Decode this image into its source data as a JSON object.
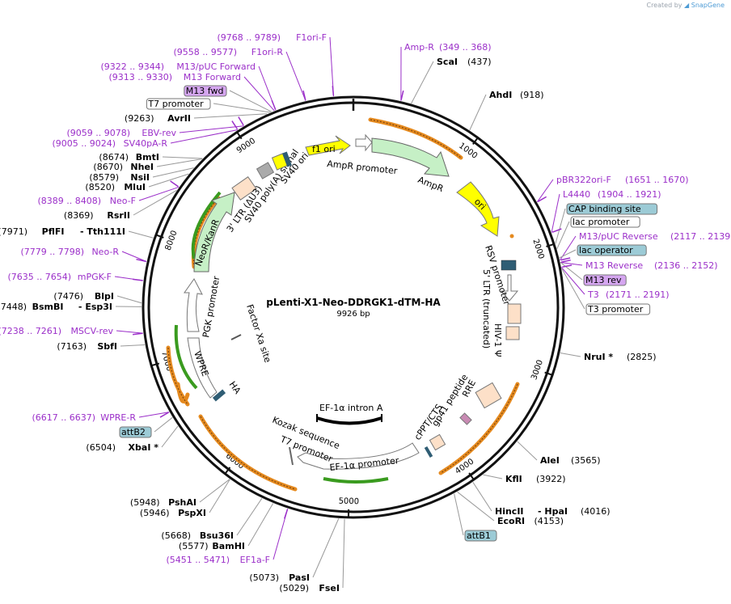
{
  "credit": {
    "prefix": "Created by",
    "brand": "SnapGene"
  },
  "plasmid": {
    "name": "pLenti-X1-Neo-DDRGK1-dTM-HA",
    "length": 9926,
    "length_label": "9926 bp"
  },
  "colors": {
    "primer": "#9b2fc9",
    "backbone": "#111111",
    "gray": "#999999",
    "purple_box": "#d5a6f0",
    "teal_box": "#9ccbd6",
    "arrow_orange": "#e58a1f"
  },
  "ticks": [
    {
      "bp": 1000,
      "label": "1000"
    },
    {
      "bp": 2000,
      "label": "2000"
    },
    {
      "bp": 3000,
      "label": "3000"
    },
    {
      "bp": 4000,
      "label": "4000"
    },
    {
      "bp": 5000,
      "label": "5000"
    },
    {
      "bp": 6000,
      "label": "6000"
    },
    {
      "bp": 7000,
      "label": "7000"
    },
    {
      "bp": 8000,
      "label": "8000"
    },
    {
      "bp": 9000,
      "label": "9000"
    }
  ],
  "labels_right": [
    {
      "kind": "primer",
      "name": "Amp-R",
      "coords": "(349 .. 368)"
    },
    {
      "kind": "site",
      "name": "ScaI",
      "coords": "(437)"
    },
    {
      "kind": "site",
      "name": "AhdI",
      "coords": "(918)"
    },
    {
      "kind": "primer",
      "name": "pBR322ori-F",
      "coords": "(1651 .. 1670)"
    },
    {
      "kind": "primer",
      "name": "L4440",
      "coords": "(1904 .. 1921)"
    },
    {
      "kind": "teal",
      "name": "CAP binding site"
    },
    {
      "kind": "white",
      "name": "lac promoter"
    },
    {
      "kind": "primer",
      "name": "M13/pUC Reverse",
      "coords": "(2117 .. 2139)"
    },
    {
      "kind": "teal",
      "name": "lac operator"
    },
    {
      "kind": "primer",
      "name": "M13 Reverse",
      "coords": "(2136 .. 2152)"
    },
    {
      "kind": "purple",
      "name": "M13 rev"
    },
    {
      "kind": "primer",
      "name": "T3",
      "coords": "(2171 .. 2191)"
    },
    {
      "kind": "white",
      "name": "T3 promoter"
    },
    {
      "kind": "site",
      "name": "NruI *",
      "coords": "(2825)"
    },
    {
      "kind": "site",
      "name": "AleI",
      "coords": "(3565)"
    },
    {
      "kind": "site",
      "name": "KflI",
      "coords": "(3922)"
    },
    {
      "kind": "site",
      "name": "HincII",
      "name2": "- HpaI",
      "coords": "(4016)"
    },
    {
      "kind": "site",
      "name": "EcoRI",
      "coords": "(4153)"
    },
    {
      "kind": "teal",
      "name": "attB1"
    }
  ],
  "labels_left": [
    {
      "kind": "primer",
      "coords": "(9768 .. 9789)",
      "name": "F1ori-F"
    },
    {
      "kind": "primer",
      "coords": "(9558 .. 9577)",
      "name": "F1ori-R"
    },
    {
      "kind": "primer",
      "coords": "(9322 .. 9344)",
      "name": "M13/pUC Forward"
    },
    {
      "kind": "primer",
      "coords": "(9313 .. 9330)",
      "name": "M13 Forward"
    },
    {
      "kind": "purple",
      "name": "M13 fwd"
    },
    {
      "kind": "white",
      "name": "T7 promoter"
    },
    {
      "kind": "site",
      "coords": "(9263)",
      "name": "AvrII"
    },
    {
      "kind": "primer",
      "coords": "(9059 .. 9078)",
      "name": "EBV-rev"
    },
    {
      "kind": "primer",
      "coords": "(9005 .. 9024)",
      "name": "SV40pA-R"
    },
    {
      "kind": "site",
      "coords": "(8674)",
      "name": "BmtI"
    },
    {
      "kind": "site",
      "coords": "(8670)",
      "name": "NheI"
    },
    {
      "kind": "site",
      "coords": "(8579)",
      "name": "NsiI"
    },
    {
      "kind": "site",
      "coords": "(8520)",
      "name": "MluI"
    },
    {
      "kind": "primer",
      "coords": "(8389 .. 8408)",
      "name": "Neo-F"
    },
    {
      "kind": "site",
      "coords": "(8369)",
      "name": "RsrII"
    },
    {
      "kind": "site",
      "coords": "(7971)",
      "name": "PflFI",
      "name2": "- Tth111I"
    },
    {
      "kind": "primer",
      "coords": "(7779 .. 7798)",
      "name": "Neo-R"
    },
    {
      "kind": "primer",
      "coords": "(7635 .. 7654)",
      "name": "mPGK-F"
    },
    {
      "kind": "site",
      "coords": "(7476)",
      "name": "BlpI"
    },
    {
      "kind": "site",
      "coords": "(7448)",
      "name": "BsmBI",
      "name2": "- Esp3I"
    },
    {
      "kind": "primer",
      "coords": "(7238 .. 7261)",
      "name": "MSCV-rev"
    },
    {
      "kind": "site",
      "coords": "(7163)",
      "name": "SbfI"
    },
    {
      "kind": "primer",
      "coords": "(6617 .. 6637)",
      "name": "WPRE-R"
    },
    {
      "kind": "teal",
      "name": "attB2"
    },
    {
      "kind": "site",
      "coords": "(6504)",
      "name": "XbaI *"
    },
    {
      "kind": "site",
      "coords": "(5948)",
      "name": "PshAI"
    },
    {
      "kind": "site",
      "coords": "(5946)",
      "name": "PspXI"
    },
    {
      "kind": "site",
      "coords": "(5668)",
      "name": "Bsu36I"
    },
    {
      "kind": "site",
      "coords": "(5577)",
      "name": "BamHI"
    },
    {
      "kind": "primer",
      "coords": "(5451 .. 5471)",
      "name": "EF1a-F"
    },
    {
      "kind": "site",
      "coords": "(5073)",
      "name": "PasI"
    },
    {
      "kind": "site",
      "coords": "(5029)",
      "name": "FseI"
    }
  ],
  "features": {
    "f1_ori": "f1 ori",
    "ampr_promoter": "AmpR promoter",
    "ampr": "AmpR",
    "ori": "ori",
    "rsv_promoter": "RSV promoter",
    "ltr5": "5' LTR (truncated)",
    "hiv_psi": "HIV-1 Ψ",
    "rre": "RRE",
    "gp41": "gp41 peptide",
    "cppt": "cPPT/CTS",
    "ef1a_promoter": "EF-1α promoter",
    "ef1a_intron": "EF-1α intron A",
    "t7_promoter": "T7 promoter",
    "kozak": "Kozak sequence",
    "factor_xa": "Factor Xa site",
    "ha": "HA",
    "wpre": "WPRE",
    "pgk_promoter": "PGK promoter",
    "neor": "NeoR/KanR",
    "ltr3": "3' LTR (ΔU3)",
    "sv40_polya": "SV40 poly(A) signal",
    "sv40_ori": "SV40 ori"
  }
}
